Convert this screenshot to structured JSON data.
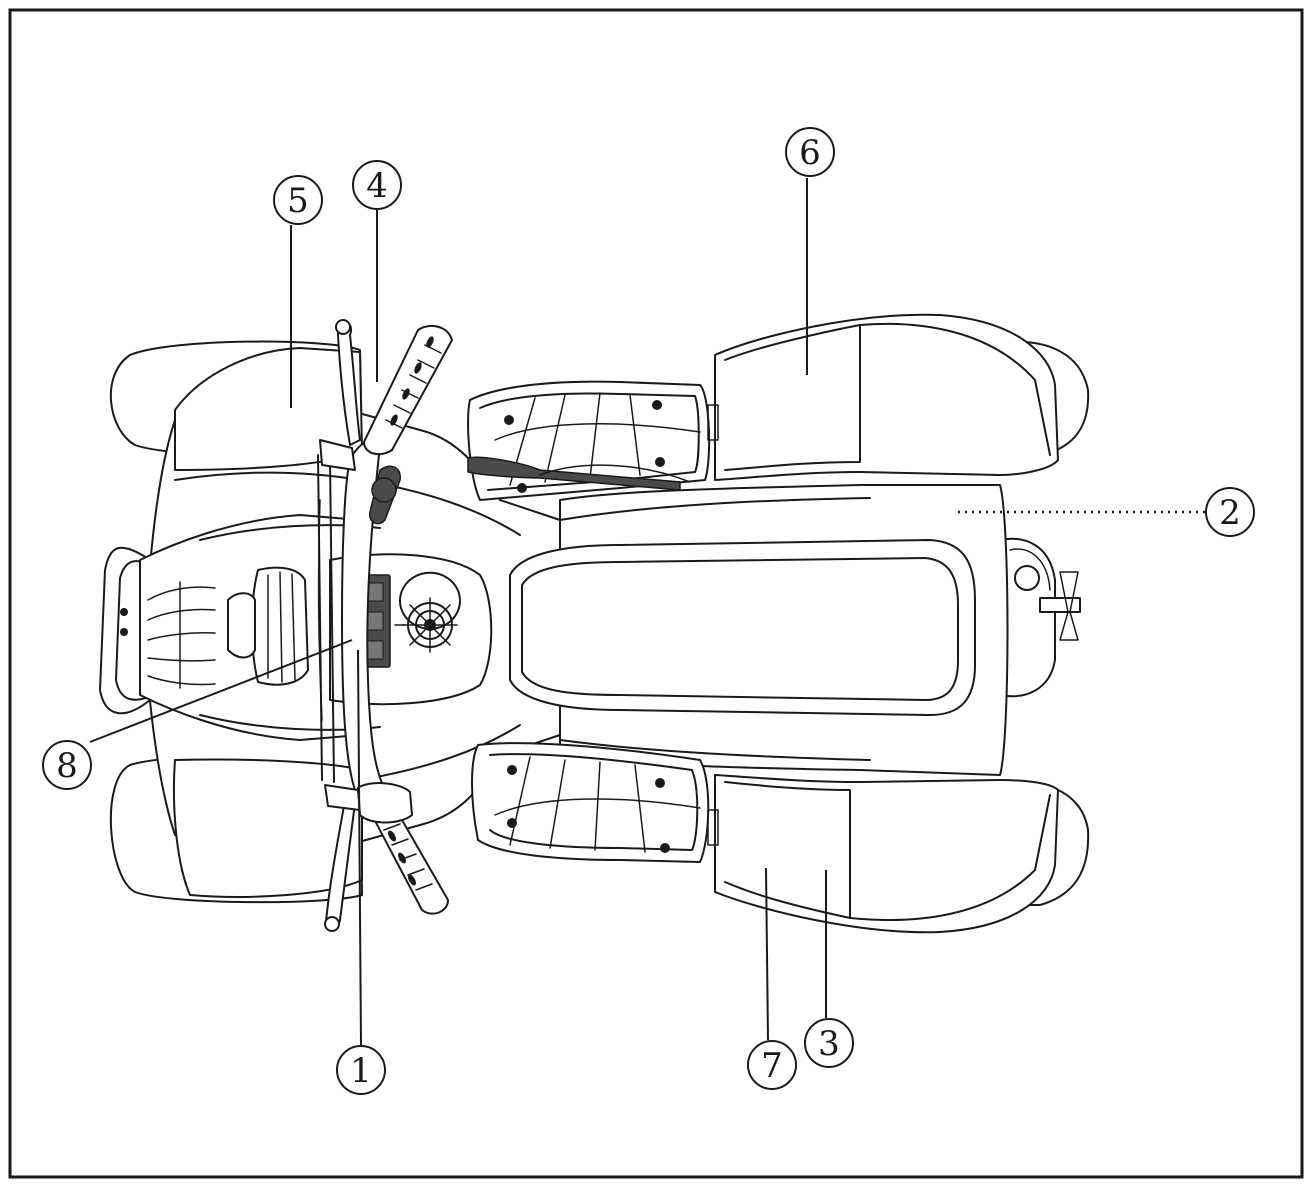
{
  "diagram": {
    "view": "ATV top view",
    "line_color": "#1a1a1a",
    "callouts": [
      {
        "id": "callout-1",
        "label": "1",
        "part": "handlebar"
      },
      {
        "id": "callout-2",
        "label": "2",
        "part": "seat"
      },
      {
        "id": "callout-3",
        "label": "3",
        "part": "rear-right-fender"
      },
      {
        "id": "callout-4",
        "label": "4",
        "part": "right-throttle-grip"
      },
      {
        "id": "callout-5",
        "label": "5",
        "part": "front-left-fender"
      },
      {
        "id": "callout-6",
        "label": "6",
        "part": "rear-left-fender"
      },
      {
        "id": "callout-7",
        "label": "7",
        "part": "rear-fender-panel"
      },
      {
        "id": "callout-8",
        "label": "8",
        "part": "switch-panel"
      }
    ]
  }
}
